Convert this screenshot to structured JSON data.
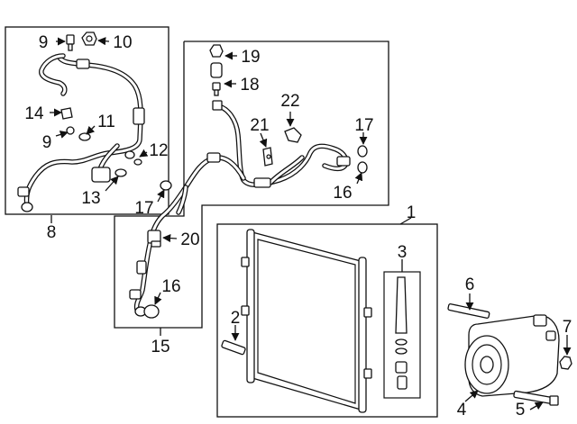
{
  "callouts": {
    "n1": "1",
    "n2": "2",
    "n3": "3",
    "n4": "4",
    "n5": "5",
    "n6": "6",
    "n7": "7",
    "n8": "8",
    "n9a": "9",
    "n9b": "9",
    "n10": "10",
    "n11": "11",
    "n12": "12",
    "n13": "13",
    "n14": "14",
    "n15": "15",
    "n16a": "16",
    "n16b": "16",
    "n17a": "17",
    "n17b": "17",
    "n18": "18",
    "n19": "19",
    "n20": "20",
    "n21": "21",
    "n22": "22"
  }
}
